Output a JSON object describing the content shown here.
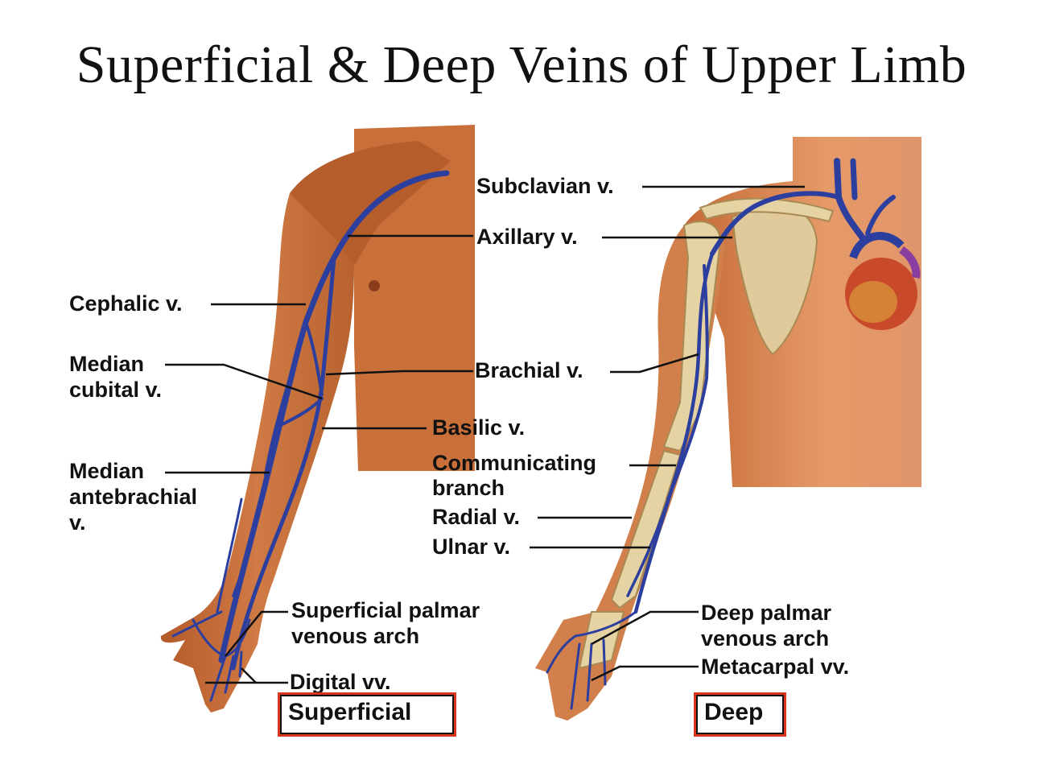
{
  "title": "Superficial & Deep Veins of Upper Limb",
  "labels": {
    "cephalic": "Cephalic v.",
    "median_cubital_1": "Median",
    "median_cubital_2": "cubital v.",
    "median_antebrachial_1": "Median",
    "median_antebrachial_2": "antebrachial",
    "median_antebrachial_3": "v.",
    "subclavian": "Subclavian v.",
    "axillary": "Axillary v.",
    "brachial": "Brachial v.",
    "basilic": "Basilic v.",
    "communicating_1": "Communicating",
    "communicating_2": "branch",
    "radial": "Radial v.",
    "ulnar": "Ulnar v.",
    "superficial_arch_1": "Superficial palmar",
    "superficial_arch_2": "venous arch",
    "digital": "Digital vv.",
    "deep_arch_1": "Deep palmar",
    "deep_arch_2": "venous arch",
    "metacarpal": "Metacarpal vv."
  },
  "boxes": {
    "superficial": "Superficial",
    "deep": "Deep"
  },
  "colors": {
    "vein": "#2d3f9e",
    "skin": "#c8703c",
    "bone": "#e6d3a3",
    "box_border": "#d8361c"
  }
}
